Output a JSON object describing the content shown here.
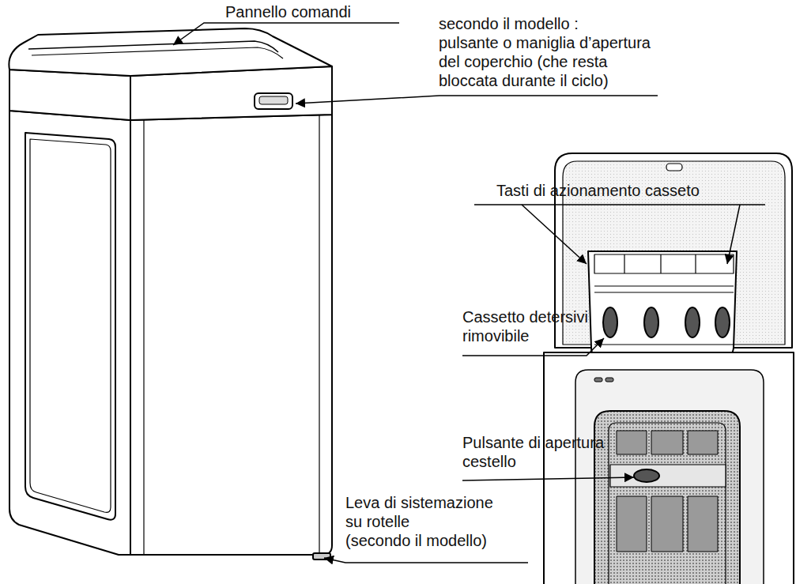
{
  "diagram": {
    "labels": [
      "Pannello comandi",
      "secondo il modello : pulsante o maniglia d’apertura del coperchio (che resta bloccata durante il ciclo)",
      "Tasti di azionamento casseto",
      "Cassetto detersivi rimovibile",
      "Pulsante di apertura cestello",
      "Leva di sistemazione su rotelle (secondo il modello)"
    ]
  }
}
